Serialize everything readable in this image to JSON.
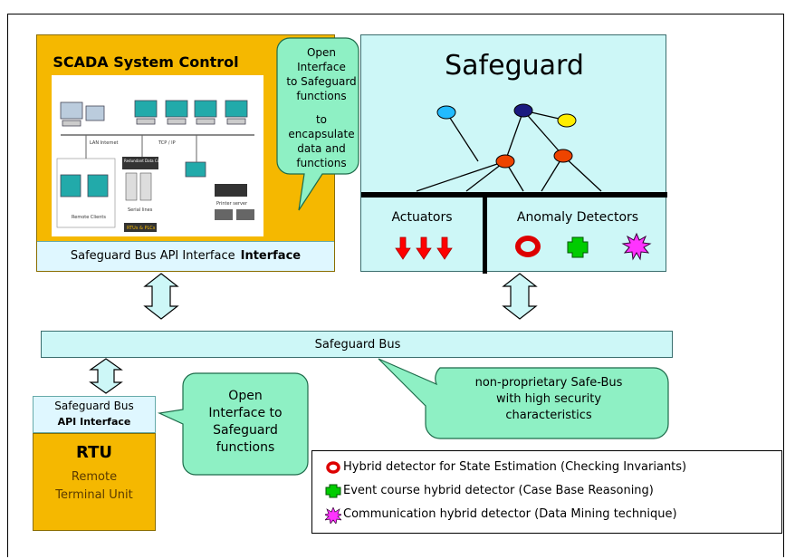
{
  "scada": {
    "title": "SCADA System Control",
    "api_label": "Safeguard Bus API Interface",
    "api_label_bold": "Interface",
    "network_labels": {
      "lan": "LAN Internet",
      "tcp": "TCP / IP",
      "redundant": "Redundant Data Concentrator",
      "serial": "Serial lines",
      "remote": "Remote Clients",
      "printer": "Printer server",
      "rtus": "RTUs & PLCs"
    }
  },
  "safeguard": {
    "title": "Safeguard",
    "actuators_label": "Actuators",
    "detectors_label": "Anomaly Detectors"
  },
  "callouts": {
    "top": {
      "line1": "Open Interface",
      "line2": "to Safeguard",
      "line3": "functions",
      "line4": "to encapsulate",
      "line5": "data and",
      "line6": "functions"
    },
    "rtu": {
      "line1": "Open",
      "line2": "Interface to",
      "line3": "Safeguard",
      "line4": "functions"
    },
    "bus": {
      "line1": "non-proprietary Safe-Bus",
      "line2": "with high security",
      "line3": "characteristics"
    }
  },
  "bus": {
    "label": "Safeguard Bus"
  },
  "rtu": {
    "api_line1": "Safeguard Bus",
    "api_line2": "API Interface",
    "title": "RTU",
    "sub1": "Remote",
    "sub2": "Terminal Unit"
  },
  "legend": {
    "items": [
      {
        "icon": "red-ring-icon",
        "label": "Hybrid detector for State Estimation (Checking Invariants)"
      },
      {
        "icon": "green-cross-icon",
        "label": "Event course hybrid detector (Case Base Reasoning)"
      },
      {
        "icon": "magenta-star-icon",
        "label": "Communication hybrid detector (Data Mining technique)"
      }
    ]
  },
  "colors": {
    "scada_orange": "#f5b800",
    "panel_cyan": "#cdf7f7",
    "callout_green": "#8ef0c4",
    "actuator_red": "#ff0000",
    "ring_red": "#cc0000",
    "cross_green": "#00cc00",
    "star_magenta": "#ff33ff"
  }
}
